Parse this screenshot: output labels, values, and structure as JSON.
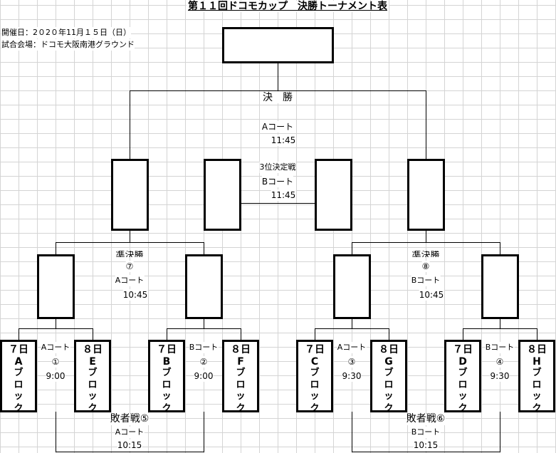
{
  "title": "第１１回ドコモカップ　決勝トーナメント表",
  "info": {
    "date": "開催日：2０2０年11月１５日（日）",
    "venue": "試合会場：ドコモ大阪南港グラウンド"
  },
  "final": {
    "label": "決　勝",
    "court": "Aコート",
    "time": "11:45"
  },
  "third": {
    "label": "3位決定戦",
    "court": "Bコート",
    "time": "11:45"
  },
  "semis": [
    {
      "label": "準決勝",
      "num": "⑦",
      "court": "Aコート",
      "time": "10:45"
    },
    {
      "label": "準決勝",
      "num": "⑧",
      "court": "Bコート",
      "time": "10:45"
    }
  ],
  "round1": [
    {
      "court": "Aコート",
      "num": "①",
      "time": "9:00"
    },
    {
      "court": "Bコート",
      "num": "②",
      "time": "9:00"
    },
    {
      "court": "Aコート",
      "num": "③",
      "time": "9:30"
    },
    {
      "court": "Bコート",
      "num": "④",
      "time": "9:30"
    }
  ],
  "losers": [
    {
      "label": "敗者戦⑤",
      "court": "Aコート",
      "time": "10:15"
    },
    {
      "label": "敗者戦⑥",
      "court": "Bコート",
      "time": "10:15"
    }
  ],
  "teams": [
    {
      "day": "７日",
      "block": "A",
      "suffix": [
        "ブ",
        "ロ",
        "ッ",
        "ク"
      ]
    },
    {
      "day": "８日",
      "block": "E",
      "suffix": [
        "ブ",
        "ロ",
        "ッ",
        "ク"
      ]
    },
    {
      "day": "７日",
      "block": "B",
      "suffix": [
        "ブ",
        "ロ",
        "ッ",
        "ク"
      ]
    },
    {
      "day": "８日",
      "block": "F",
      "suffix": [
        "ブ",
        "ロ",
        "ッ",
        "ク"
      ]
    },
    {
      "day": "７日",
      "block": "C",
      "suffix": [
        "ブ",
        "ロ",
        "ッ",
        "ク"
      ]
    },
    {
      "day": "８日",
      "block": "G",
      "suffix": [
        "ブ",
        "ロ",
        "ッ",
        "ク"
      ]
    },
    {
      "day": "７日",
      "block": "D",
      "suffix": [
        "ブ",
        "ロ",
        "ッ",
        "ク"
      ]
    },
    {
      "day": "８日",
      "block": "H",
      "suffix": [
        "ブ",
        "ロ",
        "ッ",
        "ク"
      ]
    }
  ]
}
